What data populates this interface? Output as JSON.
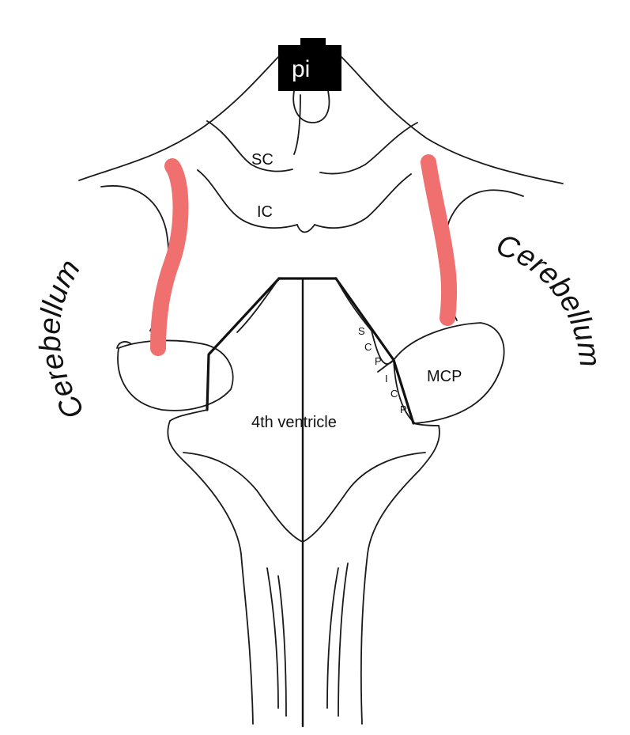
{
  "labels": {
    "pi": "pi",
    "sc": "SC",
    "ic": "IC",
    "cerebellum_left": "Cerebellum",
    "cerebellum_right": "Cerebellum",
    "mcp": "MCP",
    "fourth_ventricle": "4th ventricle",
    "scp_letters": [
      "S",
      "C",
      "P"
    ],
    "icp_letters": [
      "I",
      "C",
      "P"
    ]
  },
  "colors": {
    "line": "#1a1a1a",
    "highlight": "#f07070",
    "pi_box": "#000000",
    "background": "#ffffff"
  }
}
